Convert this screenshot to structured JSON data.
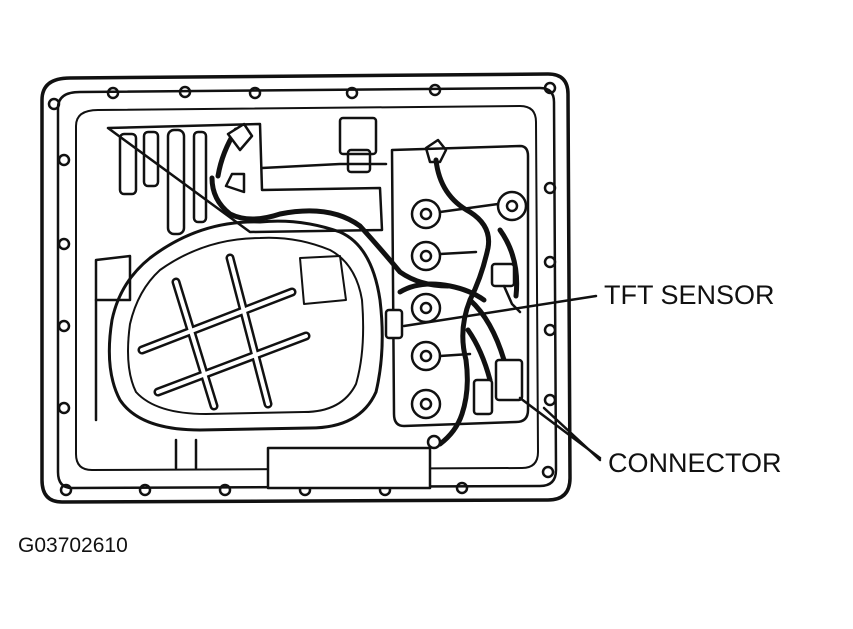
{
  "diagram": {
    "labels": {
      "tft_sensor": "TFT SENSOR",
      "connector": "CONNECTOR",
      "figure_id": "G03702610"
    },
    "colors": {
      "ink": "#111111",
      "background": "#ffffff"
    }
  }
}
